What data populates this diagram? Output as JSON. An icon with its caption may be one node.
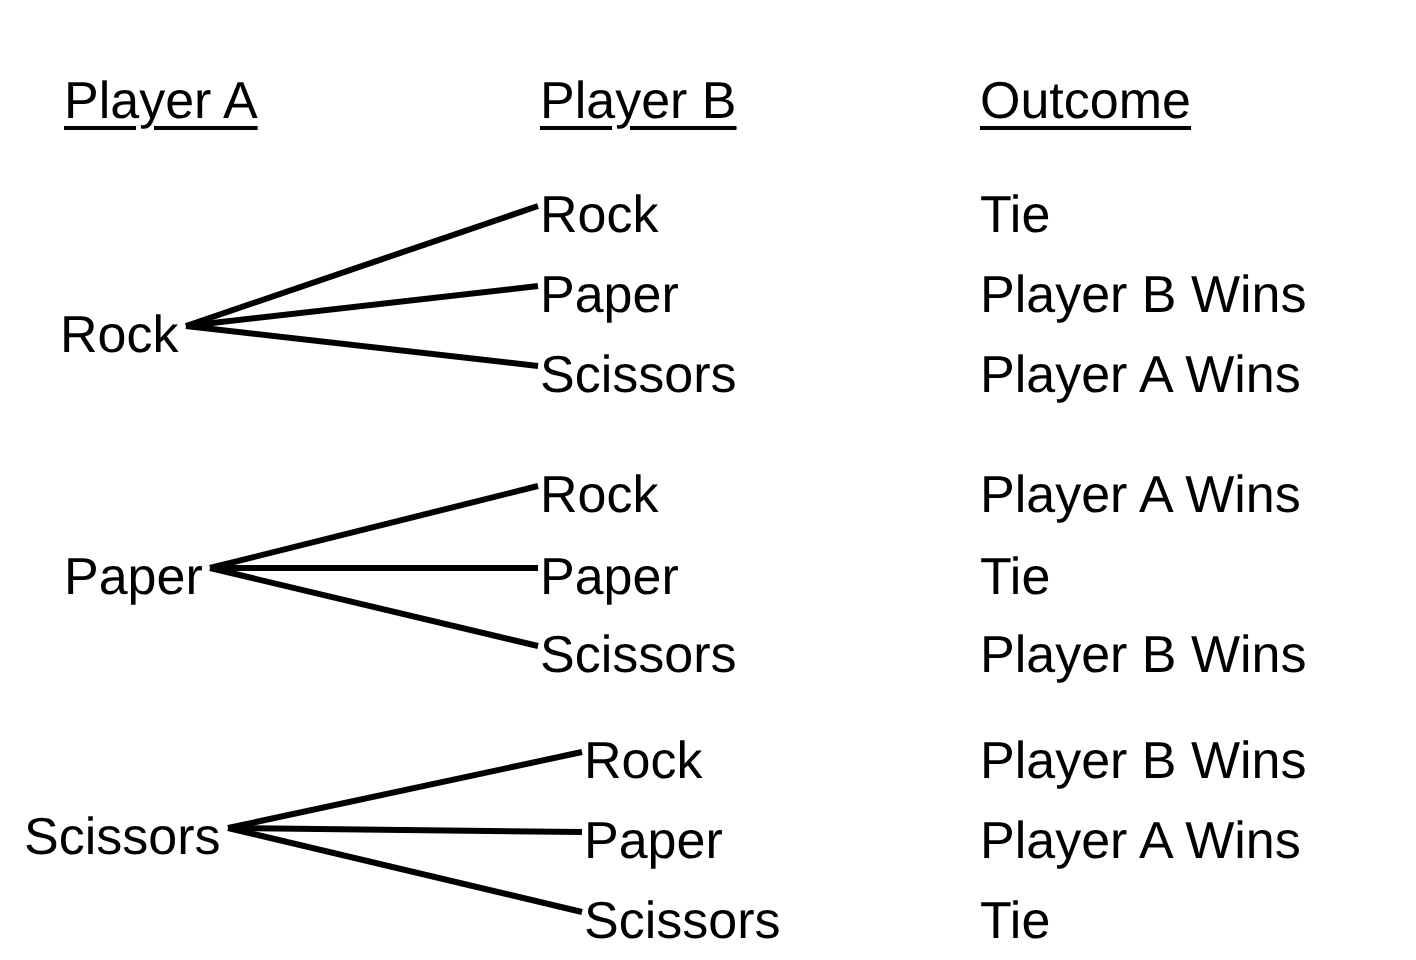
{
  "diagram": {
    "nodes": [
      {
        "text": [
          "Rock"
        ]
      },
      {
        "text": [
          "Rock"
        ]
      },
      {
        "text": [
          "Paper"
        ]
      },
      {
        "text": [
          "Scissors"
        ]
      },
      {
        "text": [
          "Paper"
        ]
      },
      {
        "text": [
          "Rock"
        ]
      },
      {
        "text": [
          "Paper"
        ]
      },
      {
        "text": [
          "Scissors"
        ]
      },
      {
        "text": [
          "Scissors"
        ]
      },
      {
        "text": [
          "Rock"
        ]
      },
      {
        "text": [
          "Paper"
        ]
      },
      {
        "text": [
          "Scissors"
        ]
      }
    ],
    "edges": [
      {
        "from": 0,
        "to": 1,
        "arrow": "none"
      },
      {
        "from": 0,
        "to": 2,
        "arrow": "none"
      },
      {
        "from": 0,
        "to": 3,
        "arrow": "none"
      },
      {
        "from": 4,
        "to": 5,
        "arrow": "none"
      },
      {
        "from": 4,
        "to": 6,
        "arrow": "none"
      },
      {
        "from": 4,
        "to": 7,
        "arrow": "none"
      },
      {
        "from": 8,
        "to": 9,
        "arrow": "none"
      },
      {
        "from": 8,
        "to": 10,
        "arrow": "none"
      },
      {
        "from": 8,
        "to": 11,
        "arrow": "none"
      }
    ],
    "labels": [
      "Player A",
      "Player B",
      "Outcome",
      "Tie",
      "Player B Wins",
      "Player A Wins",
      "Player A Wins",
      "Tie",
      "Player B Wins",
      "Player B Wins",
      "Player A Wins",
      "Tie"
    ]
  }
}
